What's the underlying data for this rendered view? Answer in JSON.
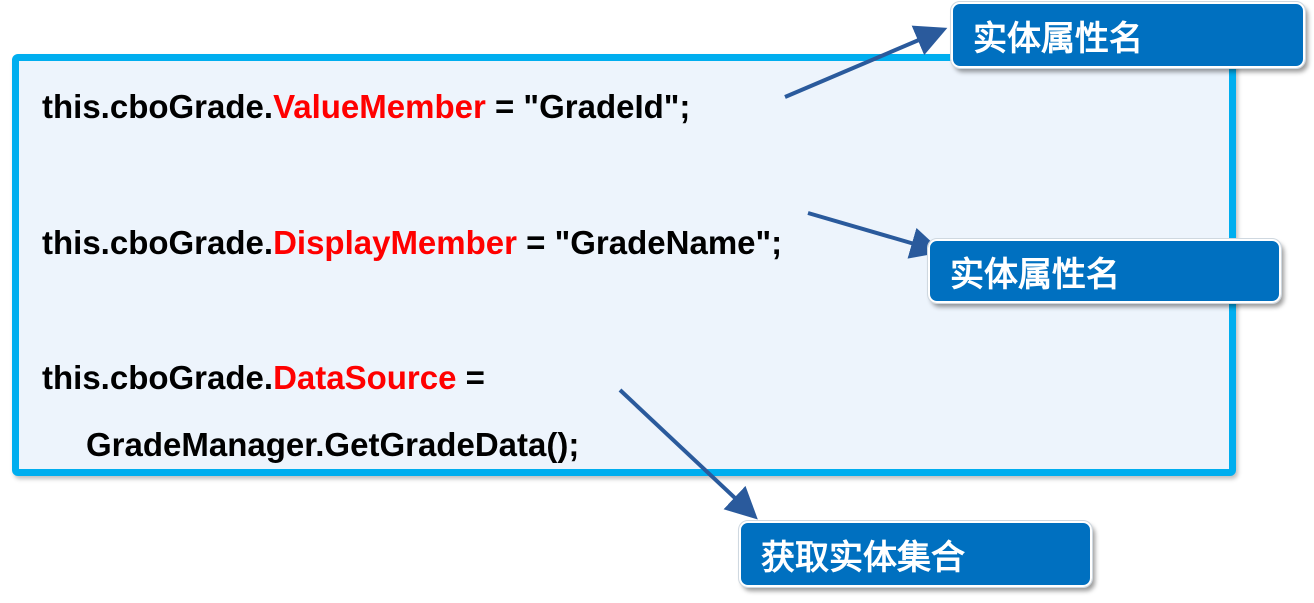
{
  "code_lines": [
    {
      "prefix": "this.cboGrade.",
      "member": "ValueMember",
      "suffix": " = \"GradeId\";"
    },
    {
      "prefix": "this.cboGrade.",
      "member": "DisplayMember",
      "suffix": " = \"GradeName\";"
    },
    {
      "prefix": "this.cboGrade.",
      "member": "DataSource",
      "suffix": " ="
    },
    {
      "prefix": "GradeManager.GetGradeData();"
    }
  ],
  "callouts": [
    {
      "label": "实体属性名"
    },
    {
      "label": "实体属性名"
    },
    {
      "label": "获取实体集合"
    }
  ],
  "colors": {
    "border": "#00aeef",
    "fill": "#edf4fc",
    "callout": "#0070c0",
    "highlight": "#ff0000",
    "arrow": "#2a5a9c"
  }
}
